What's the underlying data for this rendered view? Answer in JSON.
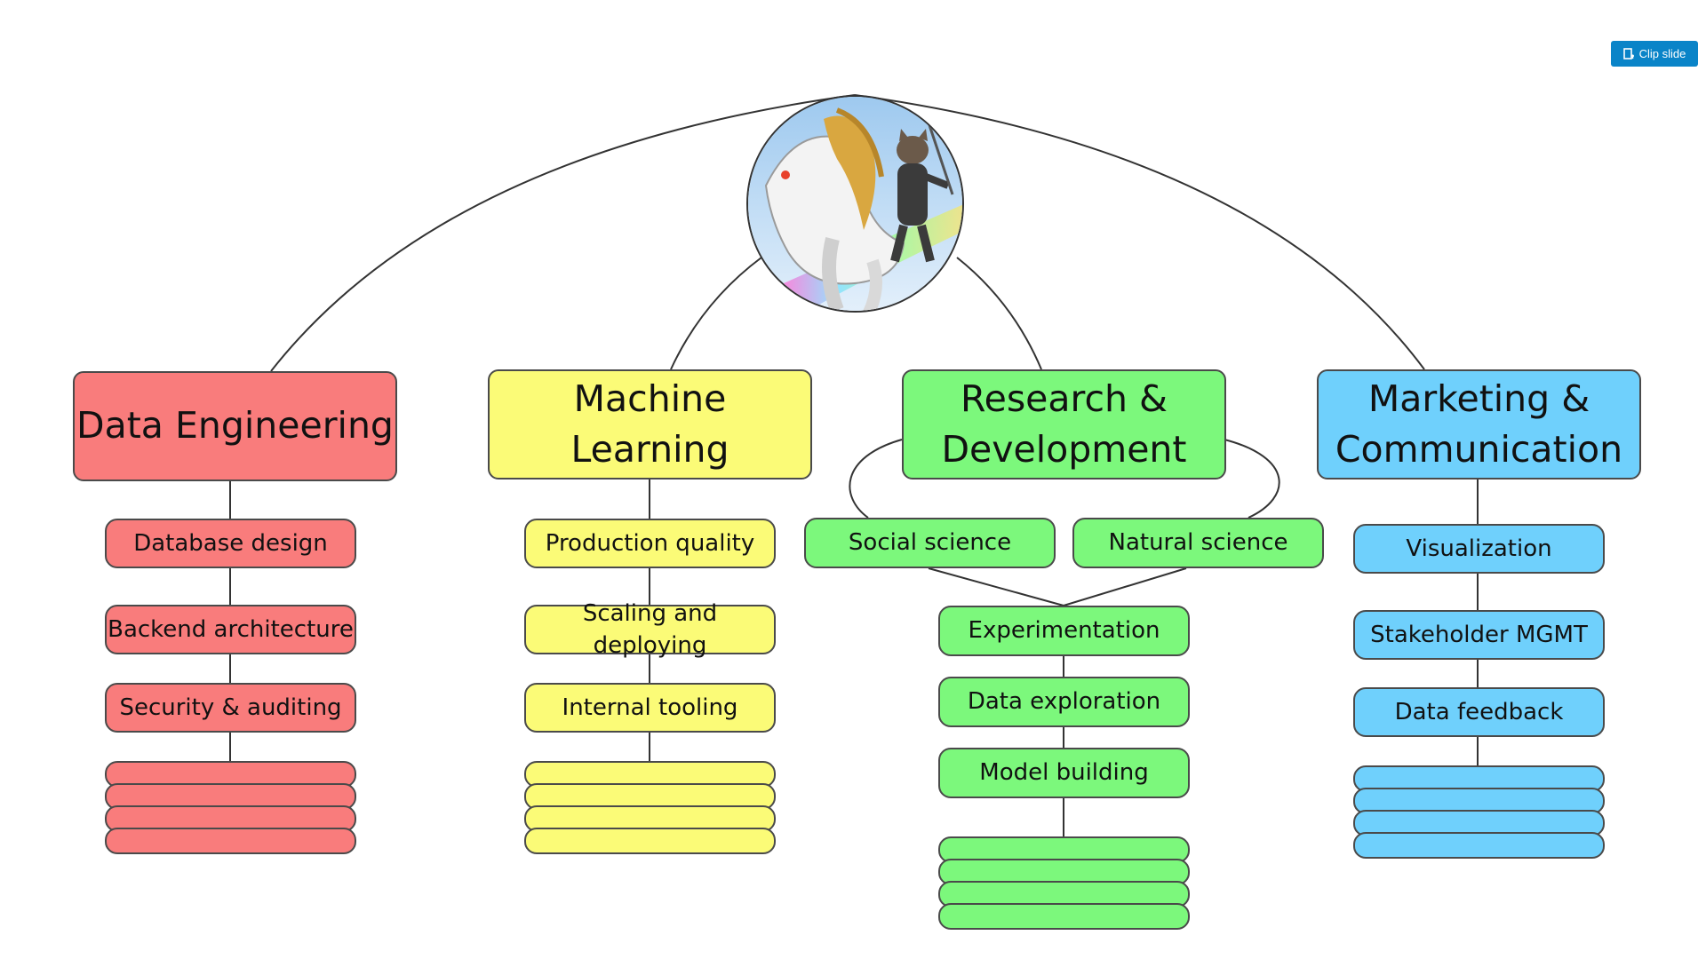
{
  "clip_button": {
    "label": "Clip slide",
    "icon": "clip-icon"
  },
  "center": {
    "image": "horse-and-cat-rider-avatar"
  },
  "branches": {
    "de": {
      "title": "Data Engineering",
      "color": "#f97c7c",
      "items": [
        "Database design",
        "Backend architecture",
        "Security & auditing"
      ]
    },
    "ml": {
      "title": "Machine Learning",
      "color": "#fbfb77",
      "items": [
        "Production quality",
        "Scaling and deploying",
        "Internal tooling"
      ]
    },
    "rd": {
      "title_line1": "Research &",
      "title_line2": "Development",
      "color": "#7cf87c",
      "sub": [
        "Social science",
        "Natural science"
      ],
      "items": [
        "Experimentation",
        "Data exploration",
        "Model building"
      ]
    },
    "mc": {
      "title_line1": "Marketing &",
      "title_line2": "Communication",
      "color": "#6fd0fc",
      "items": [
        "Visualization",
        "Stakeholder MGMT",
        "Data feedback"
      ]
    }
  }
}
